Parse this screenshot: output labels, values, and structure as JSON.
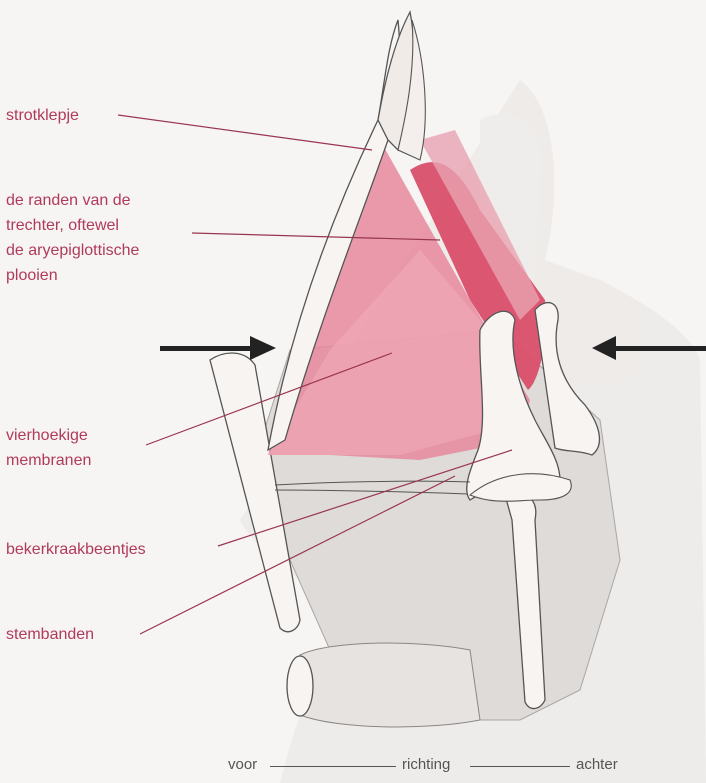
{
  "labels": {
    "strotklepje": "strotklepje",
    "randen": [
      "de randen van de",
      "trechter, oftewel",
      "de aryepiglottische",
      "plooien"
    ],
    "membranen": [
      "vierhoekige",
      "membranen"
    ],
    "bekerkraakbeentjes": "bekerkraakbeentjes",
    "stembanden": "stembanden"
  },
  "axis": {
    "front": "voor",
    "middle": "richting",
    "back": "achter"
  },
  "colors": {
    "label_text": "#b13a5c",
    "leader_line": "#9a3550",
    "tissue_pink": "#e8889c",
    "tissue_deep": "#d94f6a",
    "cartilage": "#f7f4f1",
    "outline": "#555555",
    "arrow": "#222222"
  }
}
